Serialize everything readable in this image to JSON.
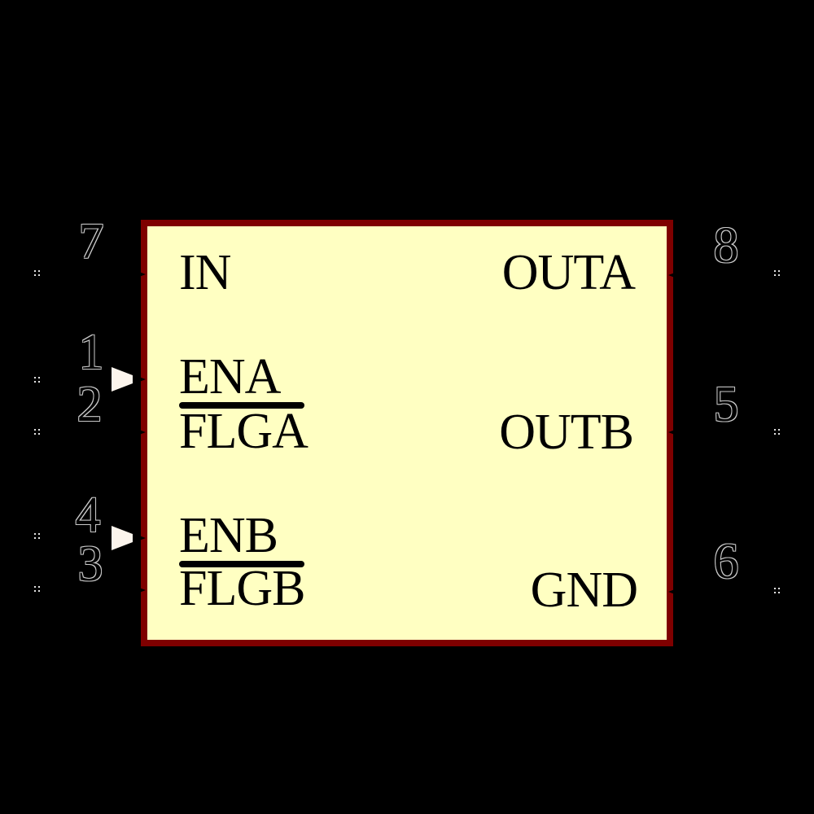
{
  "diagram": {
    "background_color": "#000000",
    "body": {
      "fill_color": "#FFFFC2",
      "border_color": "#7F0000"
    },
    "arrow_color": "#FCF5ED",
    "pins_left": [
      {
        "number": "7",
        "label": "IN",
        "has_arrow": false,
        "has_overline_bar": false
      },
      {
        "number": "1",
        "label": "ENA",
        "has_arrow": true,
        "has_overline_bar": false
      },
      {
        "number": "2",
        "label": "FLGA",
        "has_arrow": false,
        "has_overline_bar": true
      },
      {
        "number": "4",
        "label": "ENB",
        "has_arrow": true,
        "has_overline_bar": false
      },
      {
        "number": "3",
        "label": "FLGB",
        "has_arrow": false,
        "has_overline_bar": true
      }
    ],
    "pins_right": [
      {
        "number": "8",
        "label": "OUTA"
      },
      {
        "number": "5",
        "label": "OUTB"
      },
      {
        "number": "6",
        "label": "GND"
      }
    ]
  }
}
